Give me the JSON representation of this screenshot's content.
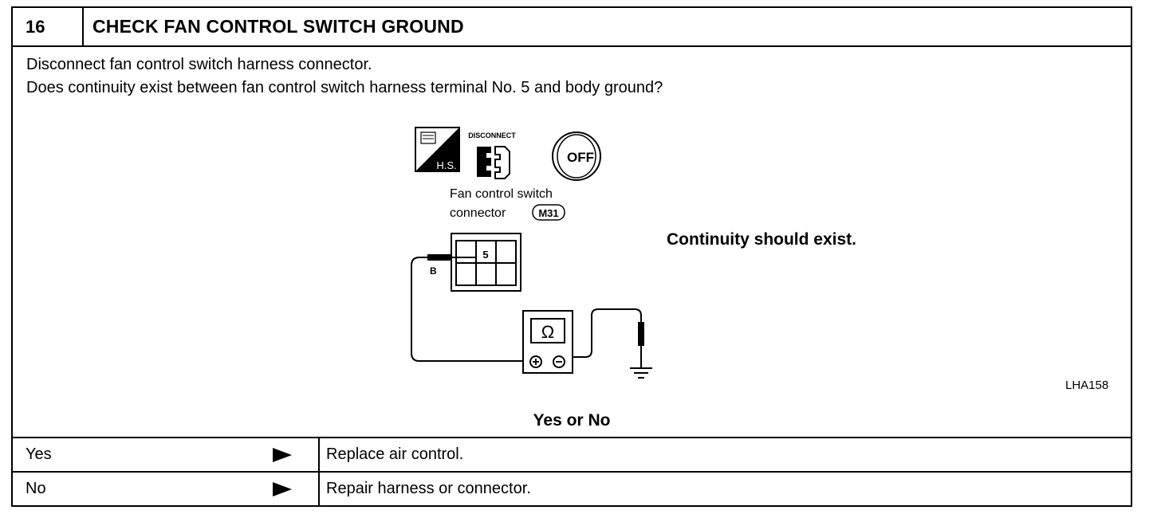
{
  "step": {
    "number": "16",
    "title": "CHECK FAN CONTROL SWITCH GROUND"
  },
  "instructions": [
    "Disconnect fan control switch harness connector.",
    "Does continuity exist between fan control switch harness terminal No. 5 and body ground?"
  ],
  "diagram": {
    "hs_label": "H.S.",
    "disconnect_label": "DISCONNECT",
    "off_label": "OFF",
    "connector_label_line1": "Fan control switch",
    "connector_label_line2": "connector",
    "connector_id": "M31",
    "terminal": "5",
    "wire_color": "B",
    "meter_symbol": "Ω",
    "plus": "+",
    "minus": "−",
    "ref_code": "LHA158"
  },
  "criteria": "Continuity should exist.",
  "decision_heading": "Yes or No",
  "results": [
    {
      "answer": "Yes",
      "action": "Replace air control."
    },
    {
      "answer": "No",
      "action": "Repair harness or connector."
    }
  ]
}
